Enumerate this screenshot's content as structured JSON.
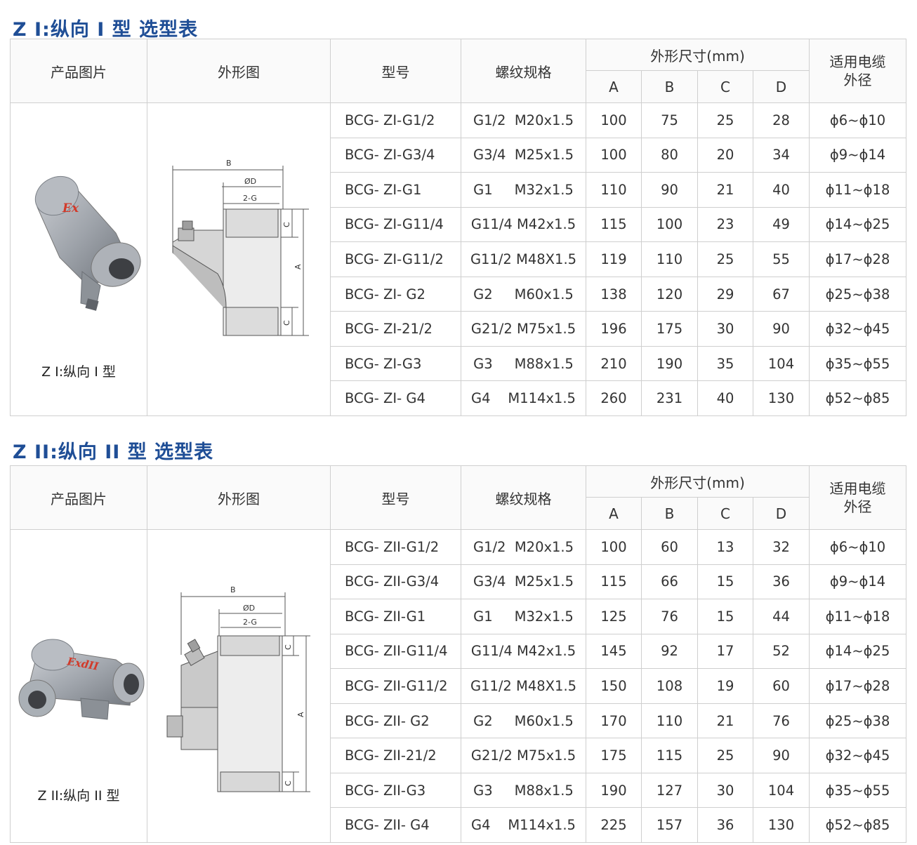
{
  "tables": [
    {
      "title": "Z I:纵向 I 型  选型表",
      "headers": {
        "photo": "产品图片",
        "drawing": "外形图",
        "model": "型号",
        "thread": "螺纹规格",
        "dims": "外形尺寸(mm)",
        "a": "A",
        "b": "B",
        "c": "C",
        "d": "D",
        "cable_line1": "适用电缆",
        "cable_line2": "外径"
      },
      "photo_caption": "Z I:纵向 I 型",
      "photo_mark": "Ex",
      "drawing_labels": {
        "b": "B",
        "d": "ØD",
        "g": "2-G",
        "a": "A",
        "c1": "C",
        "c2": "C"
      },
      "rows": [
        {
          "model": "BCG- ZI-G1/2",
          "thread": "G1/2  M20x1.5",
          "a": "100",
          "b": "75",
          "c": "25",
          "d": "28",
          "cable": "ϕ6~ϕ10"
        },
        {
          "model": "BCG- ZI-G3/4",
          "thread": "G3/4  M25x1.5",
          "a": "100",
          "b": "80",
          "c": "20",
          "d": "34",
          "cable": "ϕ9~ϕ14"
        },
        {
          "model": "BCG- ZI-G1",
          "thread": "G1     M32x1.5",
          "a": "110",
          "b": "90",
          "c": "21",
          "d": "40",
          "cable": "ϕ11~ϕ18"
        },
        {
          "model": "BCG- ZI-G11/4",
          "thread": "G11/4 M42x1.5",
          "a": "115",
          "b": "100",
          "c": "23",
          "d": "49",
          "cable": "ϕ14~ϕ25"
        },
        {
          "model": "BCG- ZI-G11/2",
          "thread": "G11/2 M48X1.5",
          "a": "119",
          "b": "110",
          "c": "25",
          "d": "55",
          "cable": "ϕ17~ϕ28"
        },
        {
          "model": "BCG- ZI- G2",
          "thread": "G2     M60x1.5",
          "a": "138",
          "b": "120",
          "c": "29",
          "d": "67",
          "cable": "ϕ25~ϕ38"
        },
        {
          "model": "BCG- ZI-21/2",
          "thread": "G21/2 M75x1.5",
          "a": "196",
          "b": "175",
          "c": "30",
          "d": "90",
          "cable": "ϕ32~ϕ45"
        },
        {
          "model": "BCG- ZI-G3",
          "thread": "G3     M88x1.5",
          "a": "210",
          "b": "190",
          "c": "35",
          "d": "104",
          "cable": "ϕ35~ϕ55"
        },
        {
          "model": "BCG- ZI- G4",
          "thread": "G4    M114x1.5",
          "a": "260",
          "b": "231",
          "c": "40",
          "d": "130",
          "cable": "ϕ52~ϕ85"
        }
      ]
    },
    {
      "title": "Z II:纵向 II 型  选型表",
      "headers": {
        "photo": "产品图片",
        "drawing": "外形图",
        "model": "型号",
        "thread": "螺纹规格",
        "dims": "外形尺寸(mm)",
        "a": "A",
        "b": "B",
        "c": "C",
        "d": "D",
        "cable_line1": "适用电缆",
        "cable_line2": "外径"
      },
      "photo_caption": "Z II:纵向 II 型",
      "photo_mark": "ExdII",
      "drawing_labels": {
        "b": "B",
        "d": "ØD",
        "g": "2-G",
        "a": "A",
        "c1": "C",
        "c2": "C"
      },
      "rows": [
        {
          "model": "BCG- ZII-G1/2",
          "thread": "G1/2  M20x1.5",
          "a": "100",
          "b": "60",
          "c": "13",
          "d": "32",
          "cable": "ϕ6~ϕ10"
        },
        {
          "model": "BCG- ZII-G3/4",
          "thread": "G3/4  M25x1.5",
          "a": "115",
          "b": "66",
          "c": "15",
          "d": "36",
          "cable": "ϕ9~ϕ14"
        },
        {
          "model": "BCG- ZII-G1",
          "thread": "G1     M32x1.5",
          "a": "125",
          "b": "76",
          "c": "15",
          "d": "44",
          "cable": "ϕ11~ϕ18"
        },
        {
          "model": "BCG- ZII-G11/4",
          "thread": "G11/4 M42x1.5",
          "a": "145",
          "b": "92",
          "c": "17",
          "d": "52",
          "cable": "ϕ14~ϕ25"
        },
        {
          "model": "BCG- ZII-G11/2",
          "thread": "G11/2 M48X1.5",
          "a": "150",
          "b": "108",
          "c": "19",
          "d": "60",
          "cable": "ϕ17~ϕ28"
        },
        {
          "model": "BCG- ZII- G2",
          "thread": "G2     M60x1.5",
          "a": "170",
          "b": "110",
          "c": "21",
          "d": "76",
          "cable": "ϕ25~ϕ38"
        },
        {
          "model": "BCG- ZII-21/2",
          "thread": "G21/2 M75x1.5",
          "a": "175",
          "b": "115",
          "c": "25",
          "d": "90",
          "cable": "ϕ32~ϕ45"
        },
        {
          "model": "BCG- ZII-G3",
          "thread": "G3     M88x1.5",
          "a": "190",
          "b": "127",
          "c": "30",
          "d": "104",
          "cable": "ϕ35~ϕ55"
        },
        {
          "model": "BCG- ZII- G4",
          "thread": "G4    M114x1.5",
          "a": "225",
          "b": "157",
          "c": "36",
          "d": "130",
          "cable": "ϕ52~ϕ85"
        }
      ]
    }
  ]
}
